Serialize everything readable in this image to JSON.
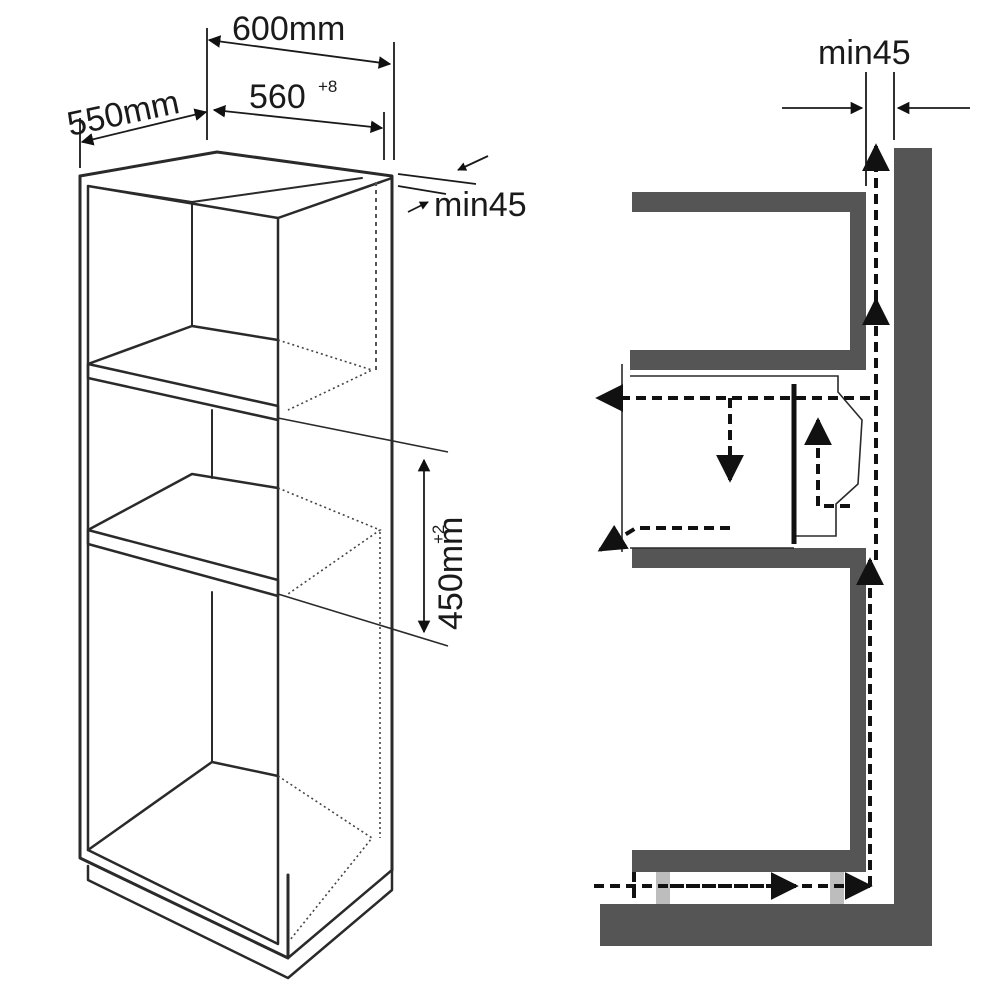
{
  "cabinet": {
    "dims": {
      "height": {
        "value": "600mm"
      },
      "depth": {
        "value": "550mm"
      },
      "niche_width": {
        "value": "560",
        "tolerance": "+8"
      },
      "niche_height": {
        "value": "450mm",
        "tolerance": "+2"
      },
      "rear_gap": {
        "value": "min45"
      }
    }
  },
  "section": {
    "top_gap": {
      "value": "min45"
    },
    "colors": {
      "wall": "#555555",
      "lines": "#111111",
      "spacer": "#bdbdbd"
    }
  }
}
